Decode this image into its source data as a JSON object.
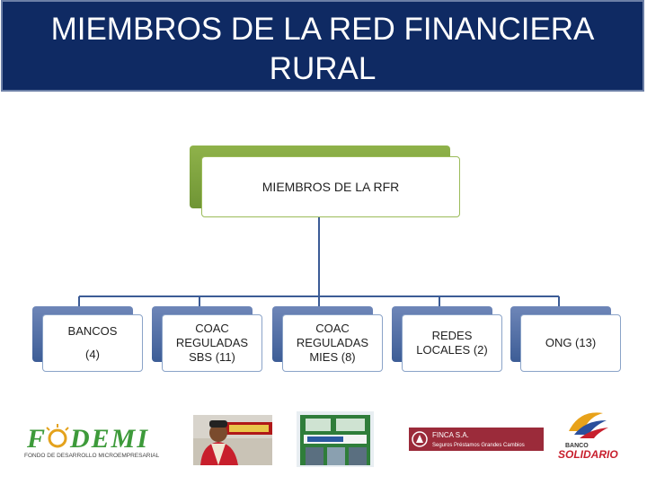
{
  "slide": {
    "title_line1": "MIEMBROS DE LA RED FINANCIERA RURAL",
    "title_line2": "(RFR)"
  },
  "chart": {
    "root": "MIEMBROS DE LA RFR",
    "nodes": [
      {
        "line1": "BANCOS",
        "line2": "(4)",
        "line3": ""
      },
      {
        "line1": "COAC",
        "line2": "REGULADAS",
        "line3": "SBS (11)"
      },
      {
        "line1": "COAC",
        "line2": "REGULADAS",
        "line3": "MIES (8)"
      },
      {
        "line1": "REDES",
        "line2": "LOCALES (2)",
        "line3": ""
      },
      {
        "line1": "ONG (13)",
        "line2": "",
        "line3": ""
      }
    ]
  },
  "logos": {
    "fodemi": {
      "name": "FODEMI",
      "tagline": "FONDO DE DESARROLLO MICROEMPRESARIAL"
    },
    "finca": {
      "name": "FINCA S.A.",
      "tagline": "Seguros Préstamos Grandes Cambios"
    },
    "banco_solidario": {
      "line1": "BANCO",
      "line2": "SOLIDARIO"
    }
  },
  "colors": {
    "title_bg": "#0f2a63",
    "root_accent": "#7aa03a",
    "node_accent": "#3d5d96",
    "connector": "#3c5c96"
  }
}
